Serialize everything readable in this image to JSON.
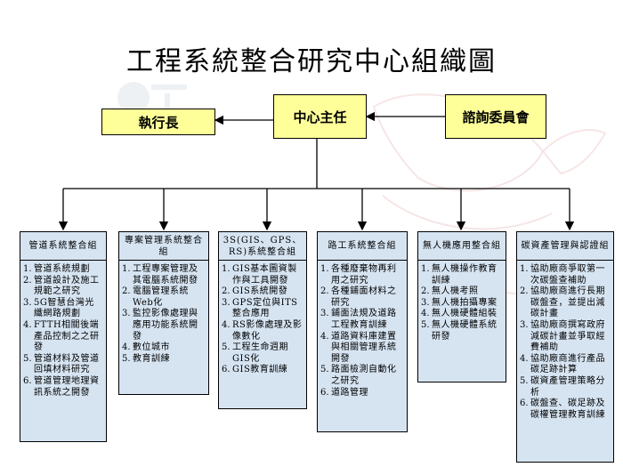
{
  "title": "工程系統整合研究中心組織圖",
  "top_nodes": {
    "ceo": "執行長",
    "director": "中心主任",
    "advisory": "諮詢委員會"
  },
  "departments": [
    {
      "name": "管道系統整合組",
      "items": [
        "管道系統規劃",
        "管道設計及施工規範之研究",
        "5G智慧台灣光纖網路規劃",
        "FTTH相關後端產品控制之之研發",
        "管道材料及管道回填材料研究",
        "管道管理地理資訊系統之開發"
      ]
    },
    {
      "name": "專案管理系統整合組",
      "items": [
        "工程專案管理及其電腦系統開發",
        "電腦管理系統Web化",
        "監控影像處理與應用功能系統開發",
        "數位城市",
        "教育訓練"
      ]
    },
    {
      "name": "3S(GIS、GPS、RS)系統整合組",
      "items": [
        "GIS基本圖資製作與工具開發",
        "GIS系統開發",
        "GPS定位與ITS整合應用",
        "RS影像處理及影像數化",
        "工程生命週期GIS化",
        "GIS教育訓練"
      ]
    },
    {
      "name": "路工系統整合組",
      "items": [
        "各種廢棄物再利用之研究",
        "各種鋪面材料之研究",
        "鋪面法規及道路工程教育訓練",
        "道路資料庫建置與相關管理系統開發",
        "路面檢測自動化之研究",
        "道路管理"
      ]
    },
    {
      "name": "無人機應用整合組",
      "items": [
        "無人機操作教育訓練",
        "無人機考照",
        "無人機拍攝專案",
        "無人機硬體組裝",
        "無人機硬體系統研發"
      ]
    },
    {
      "name": "碳資產管理與認證組",
      "items": [
        "協助廠商爭取第一次碳盤查補助",
        "協助廠商進行長期碳盤查，並提出減碳計畫",
        "協助廠商撰寫政府減碳計畫並爭取經費補助",
        "協助廠商進行產品碳足跡計算",
        "碳資產管理策略分析",
        "碳盤查、碳足跡及碳權管理教育訓練"
      ]
    }
  ]
}
